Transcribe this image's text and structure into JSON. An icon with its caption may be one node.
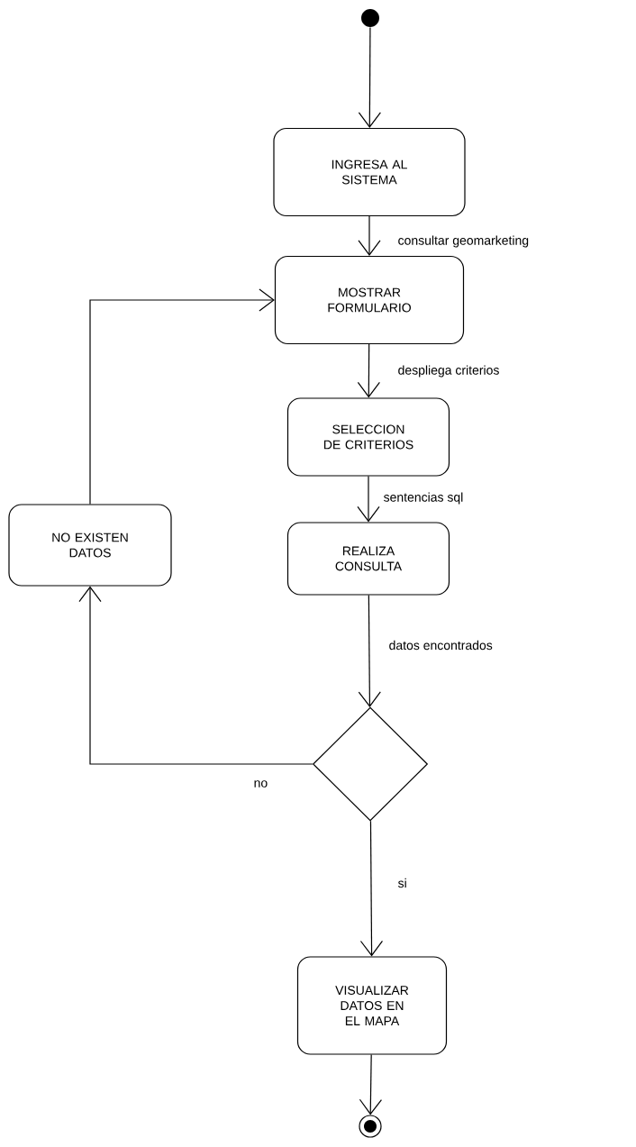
{
  "diagram": {
    "nodes": [
      {
        "text": [],
        "shape": "circle"
      },
      {
        "text": [
          "INGRESA AL SISTEMA"
        ]
      },
      {
        "text": [
          "MOSTRAR FORMULARIO"
        ]
      },
      {
        "text": [
          "SELECCION DE CRITERIOS"
        ]
      },
      {
        "text": [
          "NO EXISTEN DATOS"
        ]
      },
      {
        "text": [
          "REALIZA CONSULTA"
        ]
      },
      {
        "text": [],
        "shape": "diamond"
      },
      {
        "text": [
          "VISUALIZAR DATOS EN EL MAPA"
        ]
      },
      {
        "text": [],
        "shape": "bullseye"
      }
    ],
    "edges": [
      {
        "from": 0,
        "to": 1,
        "arrow": "to"
      },
      {
        "from": 1,
        "to": 2,
        "arrow": "to",
        "label": "consultar geomarketing"
      },
      {
        "from": 2,
        "to": 3,
        "arrow": "to",
        "label": "despliega criterios"
      },
      {
        "from": 3,
        "to": 5,
        "arrow": "to",
        "label": "sentencias sql"
      },
      {
        "from": 5,
        "to": 6,
        "arrow": "to",
        "label": "datos encontrados"
      },
      {
        "from": 6,
        "to": 4,
        "arrow": "to",
        "label": "no"
      },
      {
        "from": 4,
        "to": 2,
        "arrow": "to"
      },
      {
        "from": 6,
        "to": 7,
        "arrow": "to",
        "label": "si"
      },
      {
        "from": 7,
        "to": 8,
        "arrow": "to"
      }
    ]
  }
}
